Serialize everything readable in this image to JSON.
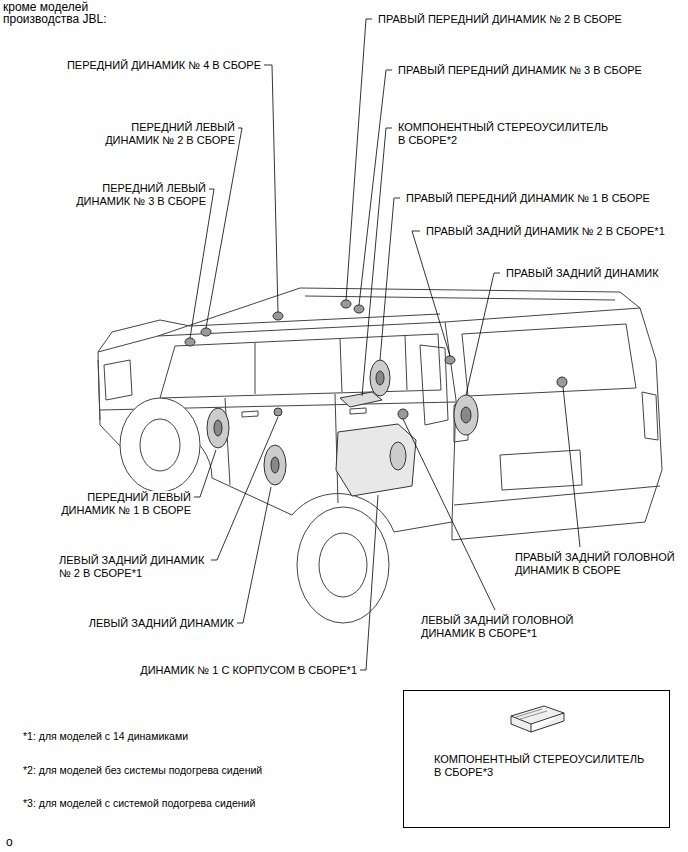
{
  "diagram": {
    "title": "кроме моделей производства JBL:",
    "nodes": [
      {
        "text": [
          "КОМПОНЕНТНЫЙ СТЕРЕОУСИЛИТЕЛЬ В СБОРЕ*3"
        ]
      }
    ],
    "labels": [
      "ПЕРЕДНИЙ ДИНАМИК № 4 В СБОРЕ",
      "ПЕРЕДНИЙ ЛЕВЫЙ ДИНАМИК № 2 В СБОРЕ",
      "ПЕРЕДНИЙ ЛЕВЫЙ ДИНАМИК № 3 В СБОРЕ",
      "ПРАВЫЙ ПЕРЕДНИЙ ДИНАМИК № 2 В СБОРЕ",
      "ПРАВЫЙ ПЕРЕДНИЙ ДИНАМИК № 3 В СБОРЕ",
      "КОМПОНЕНТНЫЙ СТЕРЕОУСИЛИТЕЛЬ В СБОРЕ*2",
      "ПРАВЫЙ ПЕРЕДНИЙ ДИНАМИК № 1 В СБОРЕ",
      "ПРАВЫЙ ЗАДНИЙ ДИНАМИК № 2 В СБОРЕ*1",
      "ПРАВЫЙ ЗАДНИЙ ДИНАМИК",
      "ПЕРЕДНИЙ ЛЕВЫЙ ДИНАМИК № 1 В СБОРЕ",
      "ЛЕВЫЙ ЗАДНИЙ ДИНАМИК № 2 В СБОРЕ*1",
      "ЛЕВЫЙ ЗАДНИЙ ДИНАМИК",
      "ДИНАМИК № 1 С КОРПУСОМ В СБОРЕ*1",
      "ПРАВЫЙ ЗАДНИЙ ГОЛОВНОЙ ДИНАМИК В СБОРЕ",
      "ЛЕВЫЙ ЗАДНИЙ ГОЛОВНОЙ ДИНАМИК В СБОРЕ*1",
      "*1: для моделей с 14 динамиками",
      "*2: для моделей без системы подогрева сидений",
      "*3: для моделей с системой подогрева сидений",
      "o"
    ]
  }
}
